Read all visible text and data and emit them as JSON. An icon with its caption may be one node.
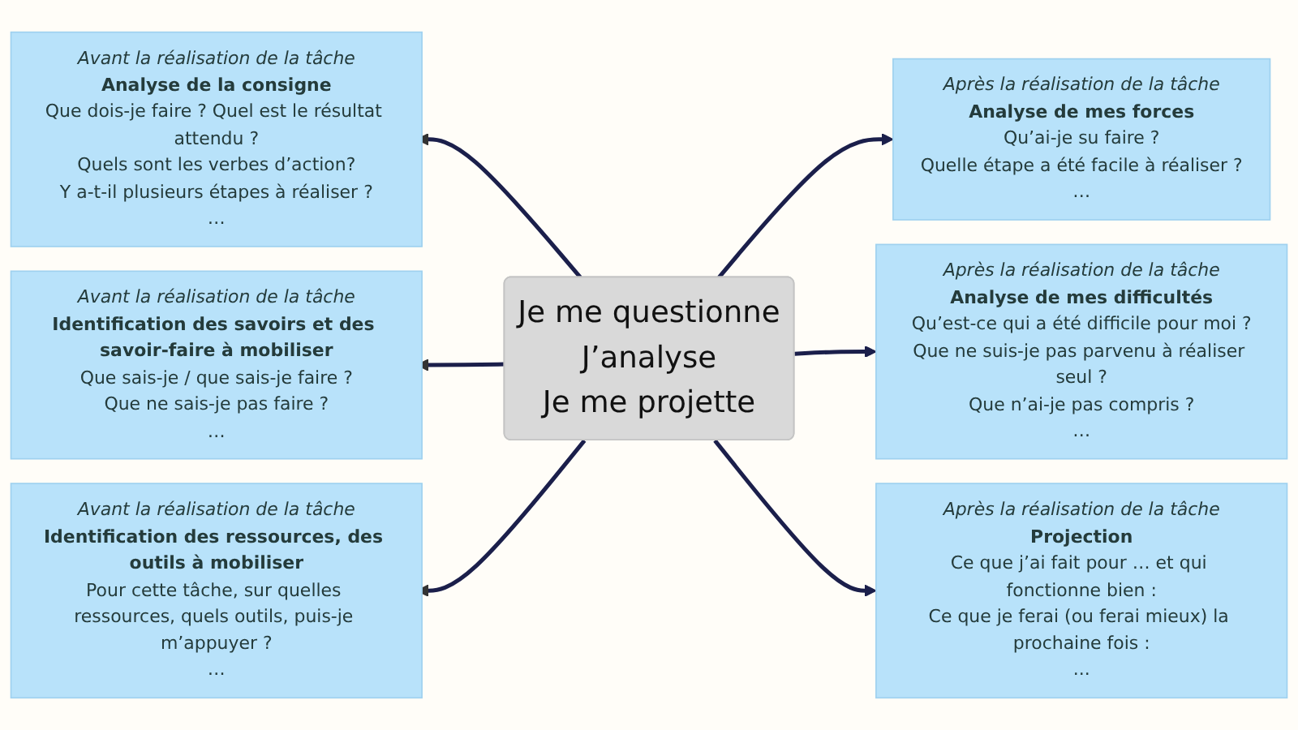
{
  "diagram": {
    "nodes": [
      {
        "text": [
          "Je me questionne",
          "J’analyse",
          "Je me projette"
        ]
      },
      {
        "text": [
          "Avant la réalisation de la tâche",
          "Analyse de la consigne",
          "Que dois-je faire ? Quel est le résultat attendu ?",
          "Quels sont les verbes d’action?",
          "Y a-t-il plusieurs étapes à réaliser ?",
          "…"
        ]
      },
      {
        "text": [
          "Après la réalisation de la tâche",
          "Analyse de mes forces",
          "Qu’ai-je su faire ?",
          "Quelle étape a été facile à réaliser ?",
          "…"
        ]
      },
      {
        "text": [
          "Avant la réalisation de la tâche",
          "Identification des savoirs et des savoir-faire à mobiliser",
          "Que sais-je / que sais-je faire ?",
          "Que ne sais-je pas faire ?",
          "…"
        ]
      },
      {
        "text": [
          "Après la réalisation de la tâche",
          "Analyse de mes difficultés",
          "Qu’est-ce qui a été difficile pour moi ?",
          "Que ne suis-je pas parvenu à réaliser seul ?",
          "Que n’ai-je pas compris ?",
          "…"
        ]
      },
      {
        "text": [
          "Avant la réalisation de la tâche",
          "Identification des ressources, des outils à mobiliser",
          "Pour cette tâche, sur quelles ressources, quels outils, puis-je m’appuyer ?",
          "…"
        ]
      },
      {
        "text": [
          "Après la réalisation de la tâche",
          "Projection",
          "Ce que j’ai fait pour … et qui fonctionne bien :",
          "Ce que je ferai (ou ferai mieux) la prochaine fois :",
          "..."
        ]
      }
    ],
    "edges": [
      {
        "from": 0,
        "to": 1,
        "arrow": "to"
      },
      {
        "from": 0,
        "to": 2,
        "arrow": "to"
      },
      {
        "from": 0,
        "to": 3,
        "arrow": "to"
      },
      {
        "from": 0,
        "to": 4,
        "arrow": "to"
      },
      {
        "from": 0,
        "to": 5,
        "arrow": "to"
      },
      {
        "from": 0,
        "to": 6,
        "arrow": "to"
      }
    ]
  }
}
